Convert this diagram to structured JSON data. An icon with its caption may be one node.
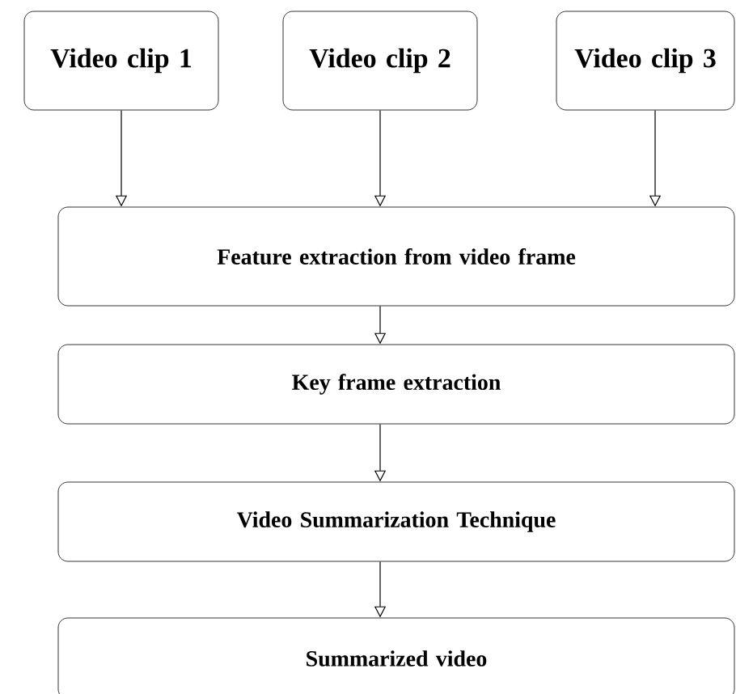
{
  "diagram": {
    "nodes": [
      {
        "text": [
          "Video clip 1"
        ]
      },
      {
        "text": [
          "Video clip 2"
        ]
      },
      {
        "text": [
          "Video clip 3"
        ]
      },
      {
        "text": [
          "Feature extraction from video frame"
        ]
      },
      {
        "text": [
          "Key frame extraction"
        ]
      },
      {
        "text": [
          "Video Summarization Technique"
        ]
      },
      {
        "text": [
          "Summarized video"
        ]
      }
    ],
    "edges": [
      {
        "from": 0,
        "to": 3,
        "arrow": "to"
      },
      {
        "from": 1,
        "to": 3,
        "arrow": "to"
      },
      {
        "from": 2,
        "to": 3,
        "arrow": "to"
      },
      {
        "from": 3,
        "to": 4,
        "arrow": "to"
      },
      {
        "from": 4,
        "to": 5,
        "arrow": "to"
      },
      {
        "from": 5,
        "to": 6,
        "arrow": "to"
      }
    ]
  }
}
